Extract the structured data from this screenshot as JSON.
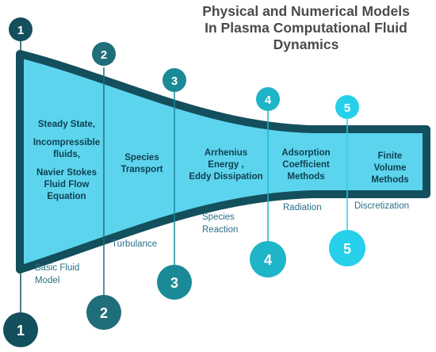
{
  "title": {
    "line1": "Physical and Numerical Models",
    "line2": "In Plasma Computational Fluid",
    "line3": "Dynamics"
  },
  "colors": {
    "funnel_border": "#134f5c",
    "funnel_fill": "#5dd4ee",
    "stage1": "#134f5c",
    "stage2": "#1f6e7a",
    "stage3": "#1a8a96",
    "stage4": "#1fb5c8",
    "stage5": "#26d0ea",
    "caption": "#2a6f8a"
  },
  "stages": [
    {
      "number": "1",
      "inner_blocks": [
        "Steady State,",
        "Incompressible fluids,",
        "Navier Stokes Fluid Flow Equation"
      ],
      "inner_lines": [
        "Steady State,",
        "Incompressible",
        "fluids,",
        "Navier Stokes",
        "Fluid Flow",
        "Equation"
      ],
      "caption_lines": [
        "Basic Fluid",
        "Model"
      ]
    },
    {
      "number": "2",
      "inner_lines": [
        "Species",
        "Transport"
      ],
      "caption_lines": [
        "Turbulance"
      ]
    },
    {
      "number": "3",
      "inner_lines": [
        "Arrhenius",
        "Energy ,",
        "Eddy Dissipation"
      ],
      "caption_lines": [
        "Species",
        "Reaction"
      ]
    },
    {
      "number": "4",
      "inner_lines": [
        "Adsorption",
        "Coefficient",
        "Methods"
      ],
      "caption_lines": [
        "Radiation"
      ]
    },
    {
      "number": "5",
      "inner_lines": [
        "Finite",
        "Volume",
        "Methods"
      ],
      "caption_lines": [
        "Discretization"
      ]
    }
  ]
}
